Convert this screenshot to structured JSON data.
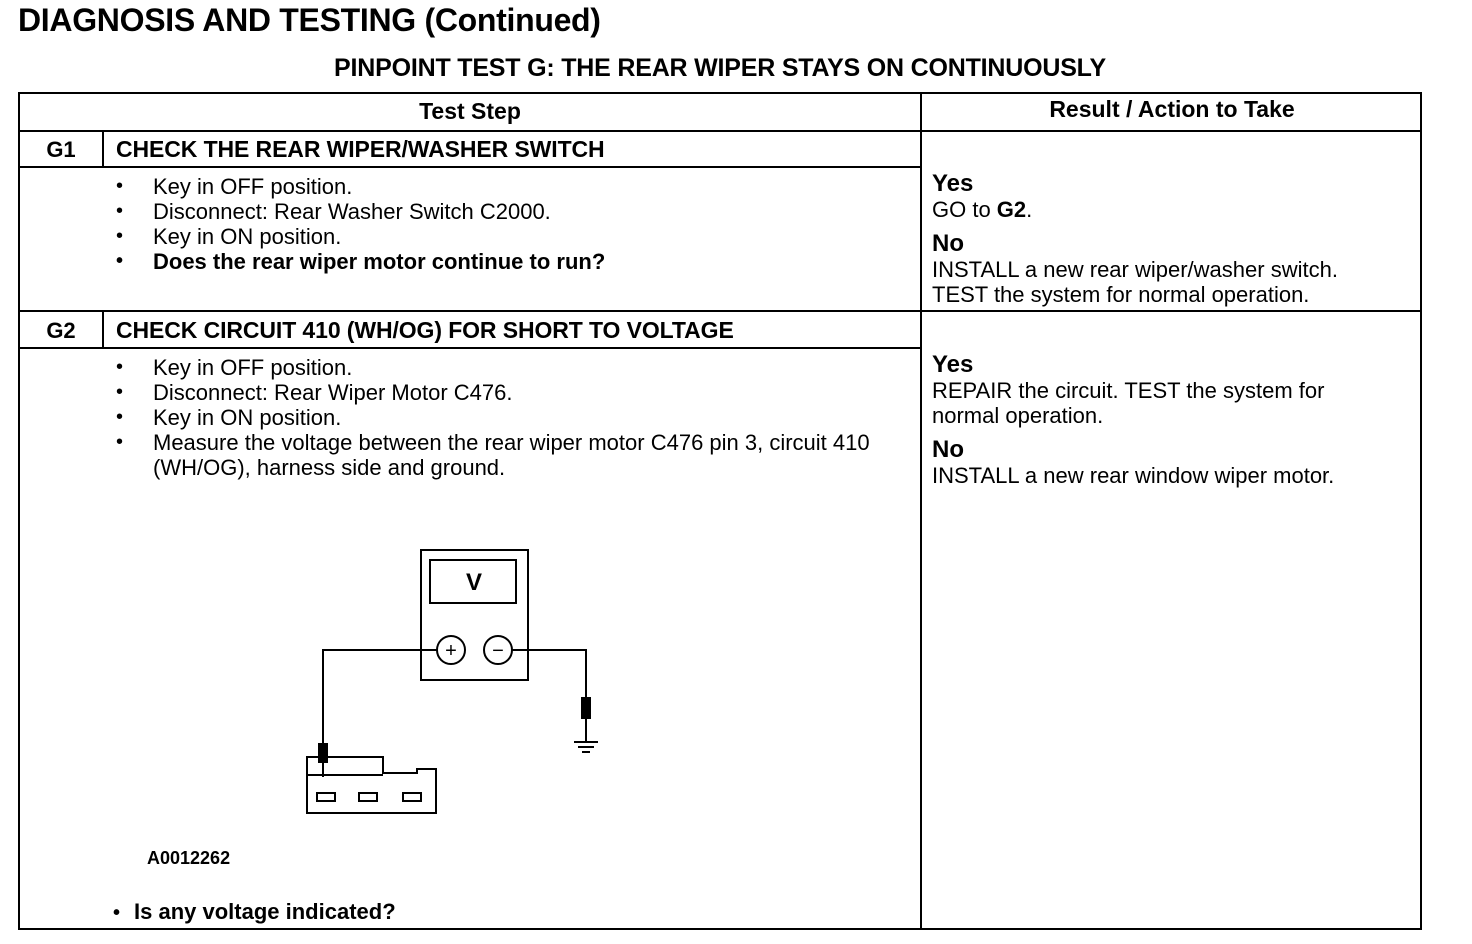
{
  "header": {
    "title": "DIAGNOSIS AND TESTING (Continued)",
    "subtitle": "PINPOINT TEST G: THE REAR WIPER STAYS ON CONTINUOUSLY"
  },
  "table": {
    "col_test_step": "Test Step",
    "col_result": "Result / Action to Take"
  },
  "steps": [
    {
      "id": "G1",
      "title": "CHECK THE REAR WIPER/WASHER SWITCH",
      "bullets": [
        "Key in OFF position.",
        "Disconnect: Rear Washer Switch C2000.",
        "Key in ON position.",
        "Does the rear wiper motor continue to run?"
      ],
      "yes_label": "Yes",
      "yes_action_prefix": "GO to ",
      "yes_action_target": "G2",
      "yes_action_suffix": ".",
      "no_label": "No",
      "no_action": [
        "INSTALL a new rear wiper/washer switch.",
        "TEST the system for normal operation."
      ]
    },
    {
      "id": "G2",
      "title": "CHECK CIRCUIT 410 (WH/OG) FOR SHORT TO VOLTAGE",
      "bullets": [
        "Key in OFF position.",
        "Disconnect: Rear Wiper Motor C476.",
        "Key in ON position.",
        "Measure the voltage between the rear wiper motor C476 pin 3, circuit 410 (WH/OG), harness side and ground."
      ],
      "yes_label": "Yes",
      "yes_action": [
        "REPAIR the circuit. TEST the system for",
        "normal operation."
      ],
      "no_label": "No",
      "no_action": [
        "INSTALL a new rear window wiper motor."
      ],
      "figure": {
        "meter_label": "V",
        "plus_symbol": "+",
        "minus_symbol": "−",
        "figure_id": "A0012262"
      },
      "final_question": "Is any voltage indicated?"
    }
  ]
}
